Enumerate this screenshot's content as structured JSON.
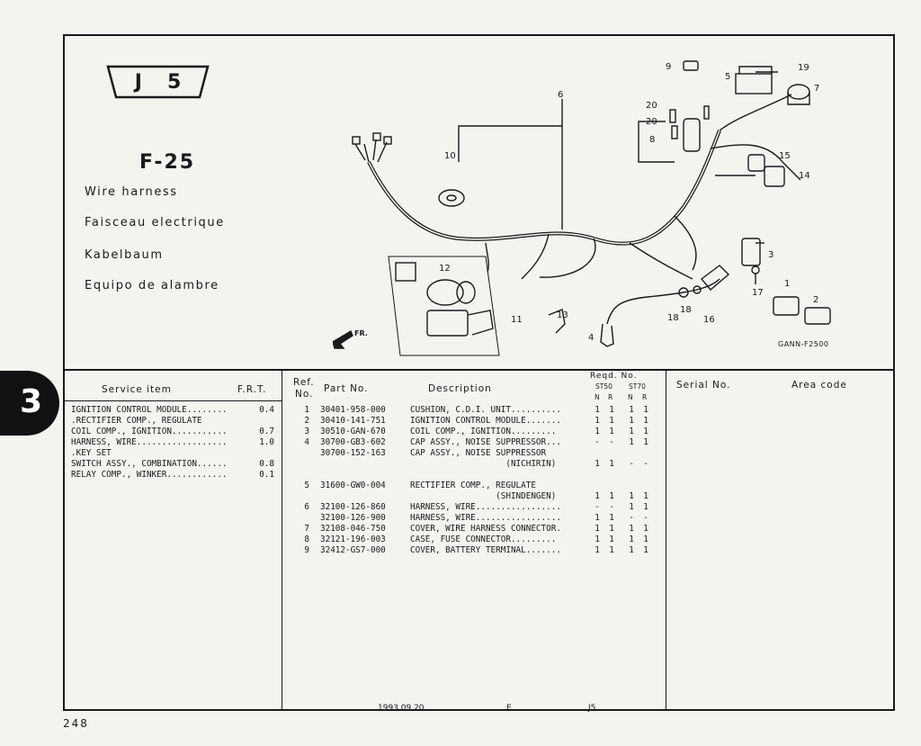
{
  "badge": {
    "left": "J",
    "right": "5"
  },
  "figure": {
    "code": "F-25",
    "titles": [
      "Wire harness",
      "Faisceau electrique",
      "Kabelbaum",
      "Equipo de alambre"
    ],
    "direction_label": "FR.",
    "drawing_code": "GANN-F2500",
    "callouts": [
      "9",
      "19",
      "5",
      "7",
      "6",
      "20",
      "20",
      "8",
      "10",
      "15",
      "14",
      "3",
      "12",
      "17",
      "1",
      "2",
      "18",
      "18",
      "16",
      "11",
      "13",
      "4"
    ]
  },
  "section_tab": "3",
  "service_table": {
    "header_item": "Service   item",
    "header_frt": "F.R.T.",
    "rows": [
      {
        "item": "IGNITION CONTROL MODULE........",
        "frt": "0.4"
      },
      {
        "item": ".RECTIFIER COMP., REGULATE",
        "frt": ""
      },
      {
        "item": "COIL COMP., IGNITION...........",
        "frt": "0.7"
      },
      {
        "item": "HARNESS, WIRE..................",
        "frt": "1.0"
      },
      {
        "item": ".KEY SET",
        "frt": ""
      },
      {
        "item": "SWITCH ASSY., COMBINATION......",
        "frt": "0.8"
      },
      {
        "item": "RELAY COMP., WINKER............",
        "frt": "0.1"
      }
    ]
  },
  "parts_table": {
    "header_ref": "Ref.",
    "header_no": "No.",
    "header_part": "Part No.",
    "header_desc": "Description",
    "header_reqd": "Reqd. No.",
    "header_st50": "ST50",
    "header_st70": "ST70",
    "header_cols": [
      "N",
      "R",
      "N",
      "R"
    ],
    "header_serial": "Serial No.",
    "header_area": "Area  code",
    "rows": [
      {
        "ref": "1",
        "part": "30401-958-000",
        "desc": "CUSHION, C.D.I. UNIT..........",
        "qty": [
          "1",
          "1",
          "1",
          "1"
        ]
      },
      {
        "ref": "2",
        "part": "30410-141-751",
        "desc": "IGNITION CONTROL MODULE.......",
        "qty": [
          "1",
          "1",
          "1",
          "1"
        ]
      },
      {
        "ref": "3",
        "part": "30510-GAN-670",
        "desc": "COIL COMP., IGNITION.........",
        "qty": [
          "1",
          "1",
          "1",
          "1"
        ]
      },
      {
        "ref": "4",
        "part": "30700-GB3-602",
        "desc": "CAP ASSY., NOISE SUPPRESSOR...",
        "qty": [
          "-",
          "-",
          "1",
          "1"
        ]
      },
      {
        "ref": "",
        "part": "30700-152-163",
        "desc": "CAP ASSY., NOISE SUPPRESSOR",
        "qty": [
          "",
          "",
          "",
          ""
        ]
      },
      {
        "ref": "",
        "part": "",
        "desc": "                   (NICHIRIN)",
        "qty": [
          "1",
          "1",
          "-",
          "-"
        ]
      },
      {
        "ref": "5",
        "part": "31600-GW0-004",
        "desc": "RECTIFIER COMP., REGULATE",
        "qty": [
          "",
          "",
          "",
          ""
        ]
      },
      {
        "ref": "",
        "part": "",
        "desc": "                 (SHINDENGEN)",
        "qty": [
          "1",
          "1",
          "1",
          "1"
        ]
      },
      {
        "ref": "6",
        "part": "32100-126-860",
        "desc": "HARNESS, WIRE.................",
        "qty": [
          "-",
          "-",
          "1",
          "1"
        ]
      },
      {
        "ref": "",
        "part": "32100-126-900",
        "desc": "HARNESS, WIRE.................",
        "qty": [
          "1",
          "1",
          "-",
          "-"
        ]
      },
      {
        "ref": "7",
        "part": "32108-046-750",
        "desc": "COVER, WIRE HARNESS CONNECTOR.",
        "qty": [
          "1",
          "1",
          "1",
          "1"
        ]
      },
      {
        "ref": "8",
        "part": "32121-196-003",
        "desc": "CASE, FUSE CONNECTOR.........",
        "qty": [
          "1",
          "1",
          "1",
          "1"
        ]
      },
      {
        "ref": "9",
        "part": "32412-GS7-000",
        "desc": "COVER, BATTERY TERMINAL.......",
        "qty": [
          "1",
          "1",
          "1",
          "1"
        ]
      }
    ]
  },
  "footer": {
    "date": "1993.09.20",
    "lang": "E",
    "code": "J5",
    "page": "248"
  }
}
